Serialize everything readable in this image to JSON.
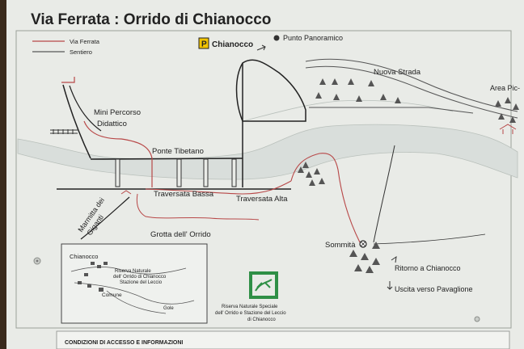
{
  "title": "Via Ferrata :  Orrido di Chianocco",
  "legend": {
    "via_ferrata": "Via Ferrata",
    "sentiero": "Sentiero"
  },
  "parking": {
    "symbol": "P",
    "label": "Chianocco"
  },
  "panoramic_point": "Punto Panoramico",
  "labels": {
    "nuova_strada": "Nuova Strada",
    "area_pic": "Area Pic-",
    "mini_percorso_1": "Mini Percorso",
    "mini_percorso_2": "Didattico",
    "ponte_tibetano": "Ponte Tibetano",
    "traversata_bassa": "Traversata Bassa",
    "traversata_alta": "Traversata Alta",
    "marmitta_1": "Marmitta dei",
    "marmitta_2": "Giganti",
    "grotta": "Grotta dell' Orrido",
    "sommita": "Sommità",
    "ritorno": "Ritorno a Chianocco",
    "uscita": "Uscita verso Pavaglione"
  },
  "inset": {
    "chianocco": "Chianocco",
    "riserva_1": "Riserva Naturale",
    "riserva_2": "dell' Orrido di Chianocco",
    "riserva_3": "Stazione del Leccio",
    "comune": "Comune",
    "gole": "Gole"
  },
  "reserve_logo": {
    "line1": "Riserva Naturale Speciale",
    "line2": "dell' Orrido e Stazione del Leccio",
    "line3": "di Chianocco"
  },
  "footer": "CONDIZIONI DI ACCESSO E INFORMAZIONI",
  "colors": {
    "board": "#e9ebe7",
    "river": "#d9dedb",
    "route": "#b84848",
    "trail": "#333333",
    "tree": "#555555",
    "logo_green": "#2f8f46"
  }
}
